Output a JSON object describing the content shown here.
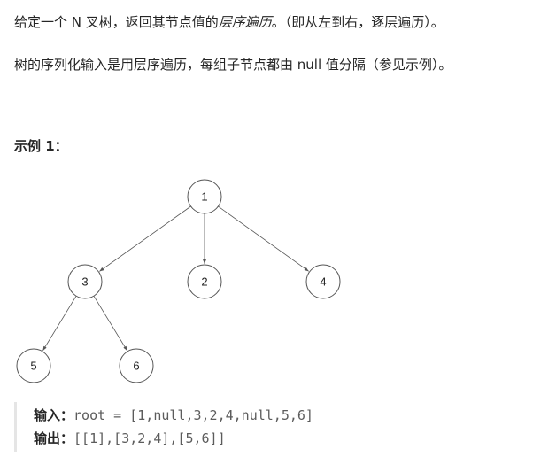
{
  "description": {
    "line1_prefix": "给定一个 N 叉树，返回其节点值的",
    "line1_emphasis": "层序遍历",
    "line1_suffix": "。（即从左到右，逐层遍历）。",
    "line2": "树的序列化输入是用层序遍历，每组子节点都由 null 值分隔（参见示例）。"
  },
  "example": {
    "title": "示例 1：",
    "tree": {
      "nodes": [
        {
          "id": "n1",
          "label": "1"
        },
        {
          "id": "n3",
          "label": "3"
        },
        {
          "id": "n2",
          "label": "2"
        },
        {
          "id": "n4",
          "label": "4"
        },
        {
          "id": "n5",
          "label": "5"
        },
        {
          "id": "n6",
          "label": "6"
        }
      ],
      "edges": [
        [
          "n1",
          "n3"
        ],
        [
          "n1",
          "n2"
        ],
        [
          "n1",
          "n4"
        ],
        [
          "n3",
          "n5"
        ],
        [
          "n3",
          "n6"
        ]
      ]
    },
    "input_label": "输入：",
    "input_value": "root = [1,null,3,2,4,null,5,6]",
    "output_label": "输出：",
    "output_value": "[[1],[3,2,4],[5,6]]"
  }
}
